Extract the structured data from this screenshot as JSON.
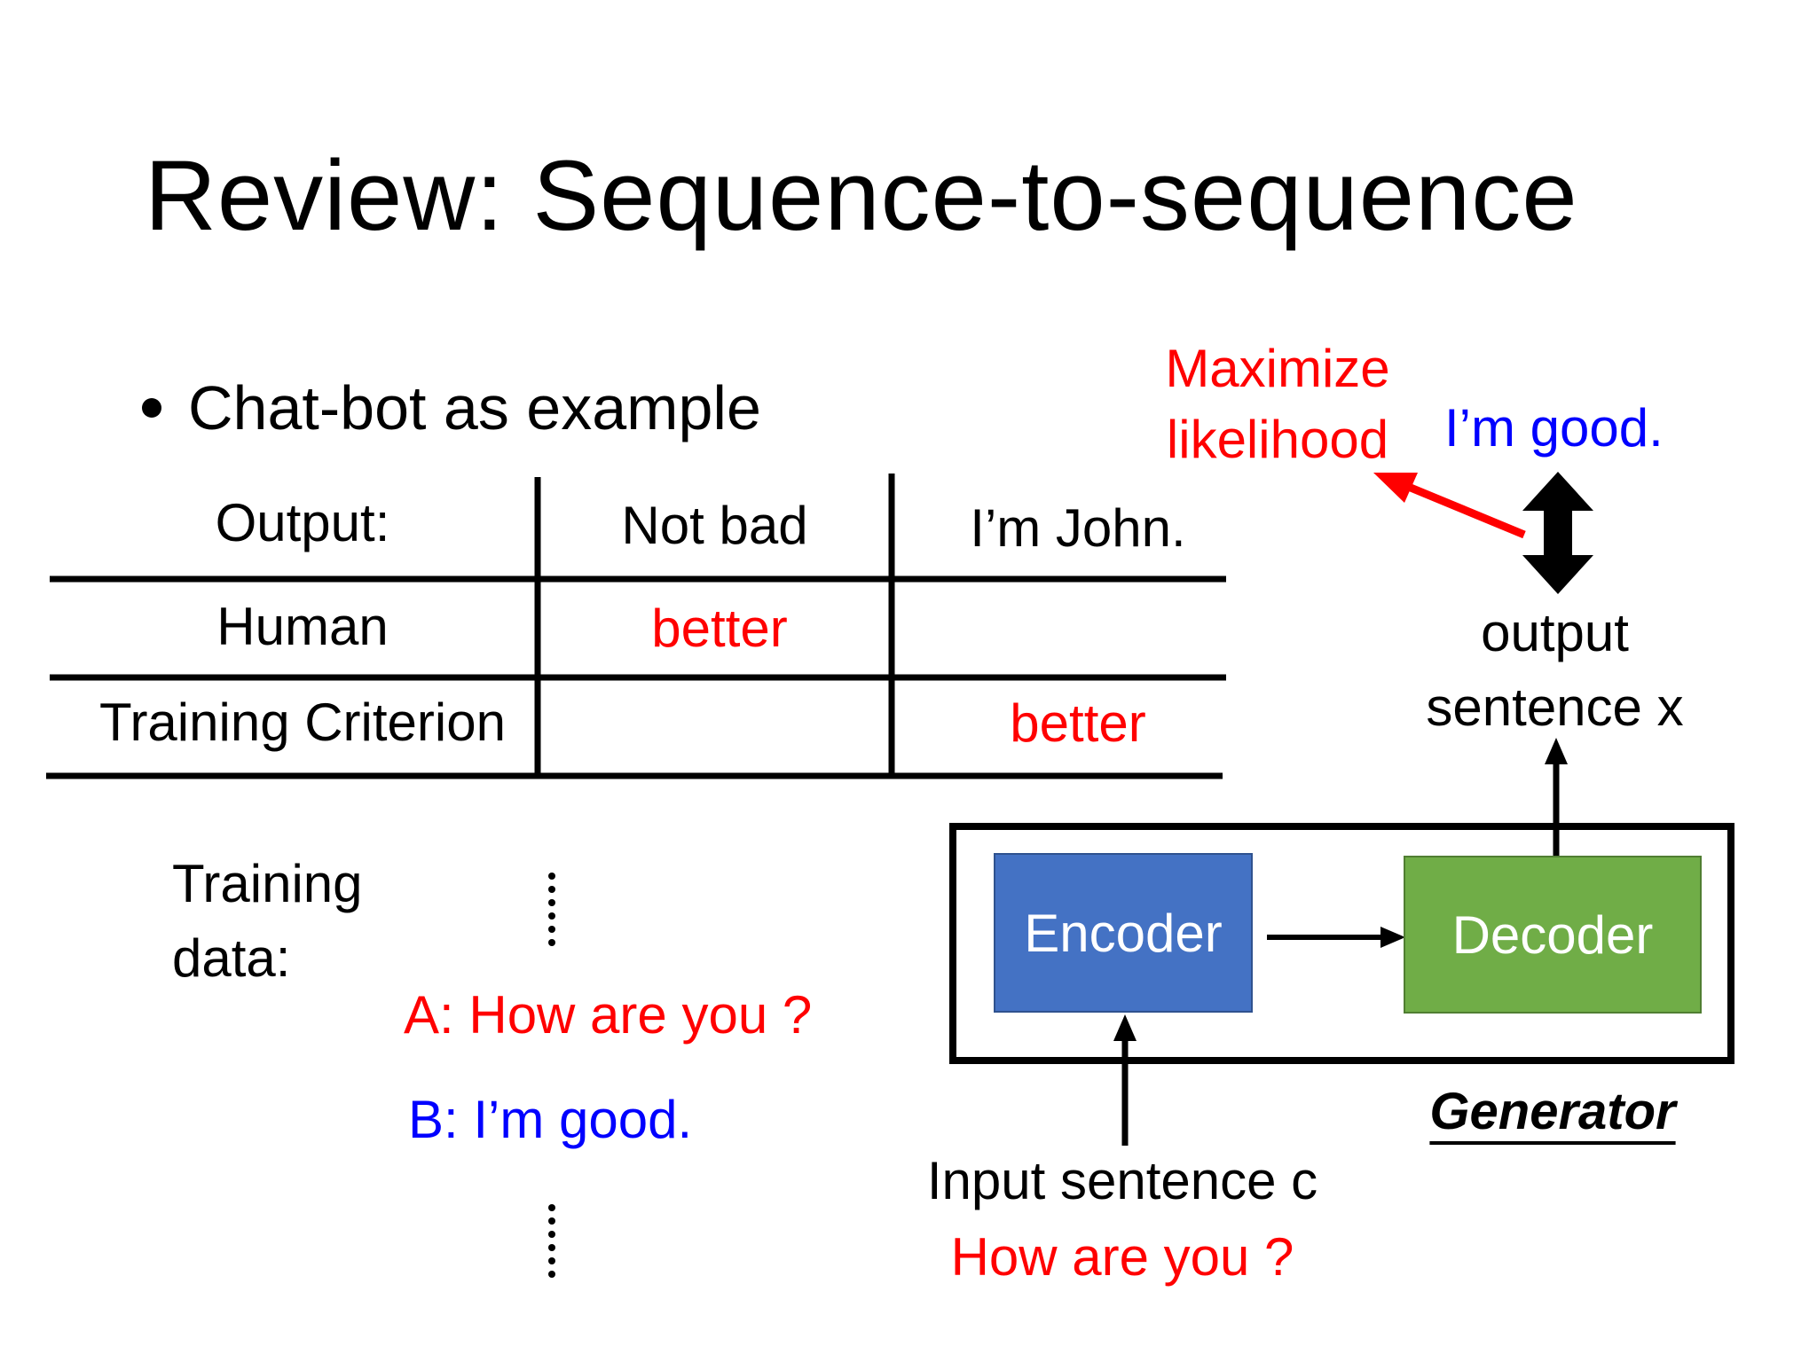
{
  "title": "Review: Sequence-to-sequence",
  "bullet": "Chat-bot as example",
  "table": {
    "header": [
      "Output:",
      "Not bad",
      "I’m John."
    ],
    "rows": [
      {
        "label": "Human",
        "cells": [
          "better",
          ""
        ]
      },
      {
        "label": "Training Criterion",
        "cells": [
          "",
          "better"
        ]
      }
    ]
  },
  "training": {
    "label": "Training data:",
    "dialog_a": "A: How are you ?",
    "dialog_b": "B: I’m good."
  },
  "diagram": {
    "maximize": "Maximize likelihood",
    "target_output": "I’m good.",
    "output_label": "output sentence x",
    "encoder": "Encoder",
    "decoder": "Decoder",
    "generator": "Generator",
    "input_label": "Input sentence c",
    "input_example": "How are you ?"
  },
  "colors": {
    "red": "#ff0000",
    "blue": "#0000ff",
    "encoder": "#4472c4",
    "decoder": "#70ad47"
  }
}
